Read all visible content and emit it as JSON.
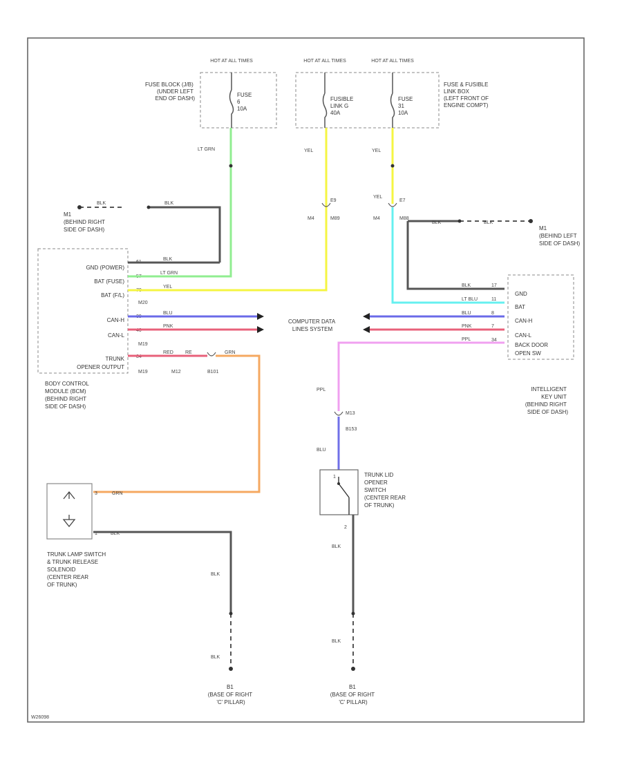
{
  "colors": {
    "ltgrn": "#90ee90",
    "yel": "#f5f542",
    "ltblu": "#66f0f0",
    "blu": "#6a6ae8",
    "pnk": "#e8607a",
    "ppl": "#f0a0f0",
    "org": "#f5a860",
    "blk": "#555555",
    "pblu": "#7070e8"
  },
  "power": {
    "hot1": "HOT AT ALL TIMES",
    "hot2": "HOT AT ALL TIMES",
    "hot3": "HOT AT ALL TIMES",
    "fuse_block": [
      "FUSE BLOCK (J/B)",
      "(UNDER LEFT",
      "END OF DASH)"
    ],
    "fuse1": [
      "FUSE",
      "6",
      "10A"
    ],
    "fusible": [
      "FUSIBLE",
      "LINK G",
      "40A"
    ],
    "fuse2": [
      "FUSE",
      "31",
      "10A"
    ],
    "fuse_link_box": [
      "FUSE & FUSIBLE",
      "LINK BOX",
      "(LEFT FRONT OF",
      "ENGINE COMPT)"
    ]
  },
  "wires": {
    "lt_grn": "LT GRN",
    "yel1": "YEL",
    "yel2": "YEL",
    "yel3": "YEL",
    "blk_top": "BLK",
    "blk_r1": "BLK",
    "blk_r2": "BLK",
    "ppl": "PPL",
    "blu": "BLU",
    "blk_a": "BLK",
    "blk_b": "BLK",
    "blk_c": "BLK",
    "blk_d": "BLK"
  },
  "grounds": {
    "m1": [
      "M1",
      "(BEHIND RIGHT",
      "SIDE OF DASH)"
    ],
    "m1_right": [
      "M1",
      "(BEHIND LEFT",
      "SIDE OF DASH)"
    ],
    "b1_left": [
      "B1",
      "(BASE OF RIGHT",
      "'C' PILLAR)"
    ],
    "b1_right": [
      "B1",
      "(BASE OF RIGHT",
      "'C' PILLAR)"
    ]
  },
  "splices": {
    "e9": "E9",
    "e7": "E7",
    "m4": "M4",
    "m89": "M89",
    "m4b": "M4",
    "m88": "M88",
    "m13": "M13",
    "b153": "B153",
    "m19": "M19",
    "m19b": "M19",
    "m12": "M12",
    "b101": "B101"
  },
  "bcm": {
    "pins": [
      "GND (POWER)",
      "BAT (FUSE)",
      "BAT (F/L)",
      "",
      "CAN-H",
      "CAN-L",
      "",
      "TRUNK",
      "OPENER OUTPUT"
    ],
    "pin_nums": [
      "61",
      "57",
      "70",
      "M20",
      "39",
      "40",
      "M19",
      "84"
    ],
    "wire_labels": [
      "BLK",
      "LT GRN",
      "YEL",
      "BLU",
      "PNK",
      "RED",
      "RE",
      "GRN"
    ],
    "caption": [
      "BODY CONTROL",
      "MODULE (BCM)",
      "(BEHIND RIGHT",
      "SIDE OF DASH)"
    ]
  },
  "can": {
    "label": [
      "COMPUTER DATA",
      "LINES SYSTEM"
    ]
  },
  "iku": {
    "pins": [
      "GND",
      "BAT",
      "CAN-H",
      "CAN-L",
      "BACK DOOR",
      "OPEN SW"
    ],
    "pin_nums": [
      "17",
      "11",
      "8",
      "7",
      "34"
    ],
    "wire_labels": [
      "BLK",
      "LT BLU",
      "BLU",
      "PNK",
      "PPL"
    ],
    "caption": [
      "INTELLIGENT",
      "KEY UNIT",
      "(BEHIND RIGHT",
      "SIDE OF DASH)"
    ]
  },
  "opener": {
    "pin_top": "1",
    "pin_bot": "2",
    "caption": [
      "TRUNK LID",
      "OPENER",
      "SWITCH",
      "(CENTER REAR",
      "OF TRUNK)"
    ]
  },
  "lamp": {
    "pin_top": "3",
    "pin_bot": "1",
    "w1": "GRN",
    "w2": "BLK",
    "caption": [
      "TRUNK LAMP SWITCH",
      "& TRUNK RELEASE",
      "SOLENOID",
      "(CENTER REAR",
      "OF TRUNK)"
    ]
  },
  "footer": "W26098"
}
